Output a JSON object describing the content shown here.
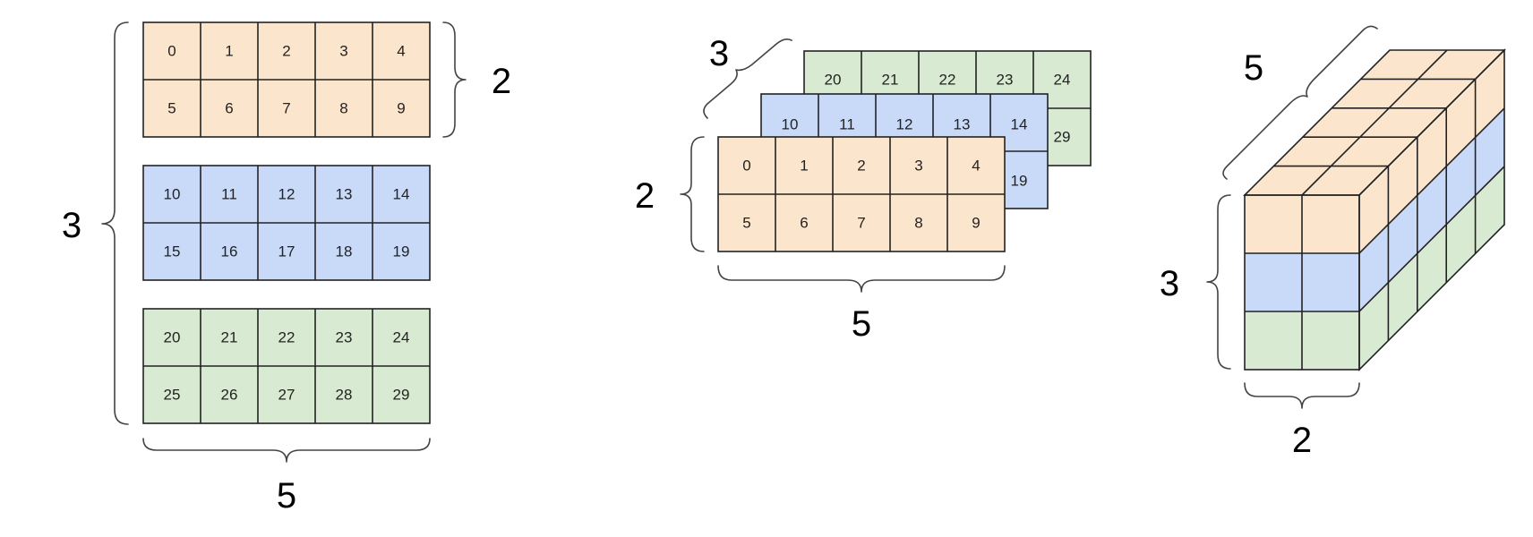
{
  "colors": {
    "layer_0": "#fce5cd",
    "layer_1": "#c9daf8",
    "layer_2": "#d9ead3"
  },
  "panel_left": {
    "dim_rows": "2",
    "dim_layers": "3",
    "dim_cols": "5",
    "layers": [
      [
        [
          "0",
          "1",
          "2",
          "3",
          "4"
        ],
        [
          "5",
          "6",
          "7",
          "8",
          "9"
        ]
      ],
      [
        [
          "10",
          "11",
          "12",
          "13",
          "14"
        ],
        [
          "15",
          "16",
          "17",
          "18",
          "19"
        ]
      ],
      [
        [
          "20",
          "21",
          "22",
          "23",
          "24"
        ],
        [
          "25",
          "26",
          "27",
          "28",
          "29"
        ]
      ]
    ]
  },
  "panel_middle": {
    "dim_depth": "3",
    "dim_rows": "2",
    "dim_cols": "5",
    "back_layer_top": [
      "20",
      "21",
      "22",
      "23",
      "24"
    ],
    "back_layer_edge": "29",
    "middle_layer_top": [
      "10",
      "11",
      "12",
      "13",
      "14"
    ],
    "middle_layer_edge": "19",
    "front_layer": [
      [
        "0",
        "1",
        "2",
        "3",
        "4"
      ],
      [
        "5",
        "6",
        "7",
        "8",
        "9"
      ]
    ]
  },
  "panel_right": {
    "dim_depth": "5",
    "dim_height": "3",
    "dim_width": "2"
  }
}
